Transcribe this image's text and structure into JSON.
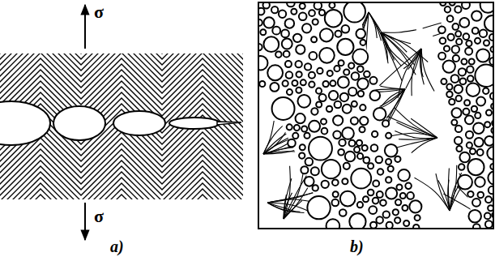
{
  "diagram": {
    "labels": [
      "σ",
      "σ",
      "a)",
      "b)"
    ]
  }
}
